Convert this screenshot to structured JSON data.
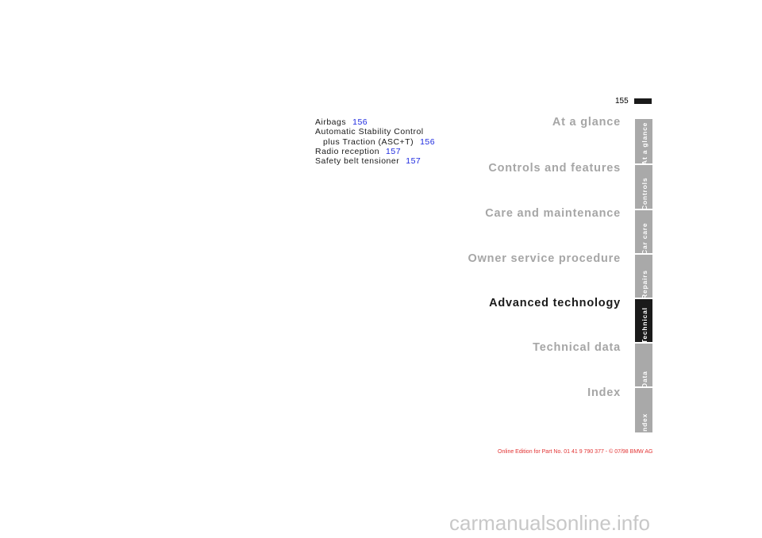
{
  "page": {
    "number": "155"
  },
  "toc": [
    {
      "text": "Airbags",
      "page": "156",
      "indent": false
    },
    {
      "text": "Automatic Stability Control",
      "page": "",
      "indent": false
    },
    {
      "text": "plus Traction (ASC+T)",
      "page": "156",
      "indent": true
    },
    {
      "text": "Radio reception",
      "page": "157",
      "indent": false
    },
    {
      "text": "Safety belt tensioner",
      "page": "157",
      "indent": false
    }
  ],
  "sections": [
    {
      "title": "At a glance",
      "tab": "At a glance",
      "active": false
    },
    {
      "title": "Controls and features",
      "tab": "Controls",
      "active": false
    },
    {
      "title": "Care and maintenance",
      "tab": "Car care",
      "active": false
    },
    {
      "title": "Owner service procedure",
      "tab": "Repairs",
      "active": false
    },
    {
      "title": "Advanced technology",
      "tab": "Technical",
      "active": true
    },
    {
      "title": "Technical data",
      "tab": "Data",
      "active": false
    },
    {
      "title": "Index",
      "tab": "Index",
      "active": false
    }
  ],
  "footer": "Online Edition for Part No. 01 41 9 790 377 - © 07/98 BMW AG",
  "watermark": "carmanualsonline.info",
  "colors": {
    "link": "#1f2be0",
    "tab": "#a9a9a9",
    "tab_active": "#1a1a1a",
    "footer": "#e23232"
  }
}
